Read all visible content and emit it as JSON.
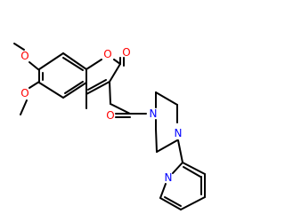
{
  "molecule": {
    "atoms": [
      {
        "id": "O_ring",
        "label": "O",
        "color": "#ff0000"
      },
      {
        "id": "O_carbonyl",
        "label": "O",
        "color": "#ff0000"
      },
      {
        "id": "O_methoxy_7",
        "label": "O",
        "color": "#ff0000"
      },
      {
        "id": "O_methoxy_6",
        "label": "O",
        "color": "#ff0000"
      },
      {
        "id": "O_amide",
        "label": "O",
        "color": "#ff0000"
      },
      {
        "id": "N_amide",
        "label": "N",
        "color": "#0000ff"
      },
      {
        "id": "N_piperazine",
        "label": "N",
        "color": "#0000ff"
      },
      {
        "id": "N_pyridine",
        "label": "N",
        "color": "#0000ff"
      }
    ],
    "colors": {
      "bond": "#000000",
      "oxygen": "#ff0000",
      "nitrogen": "#0000ff",
      "background": "#ffffff"
    }
  }
}
